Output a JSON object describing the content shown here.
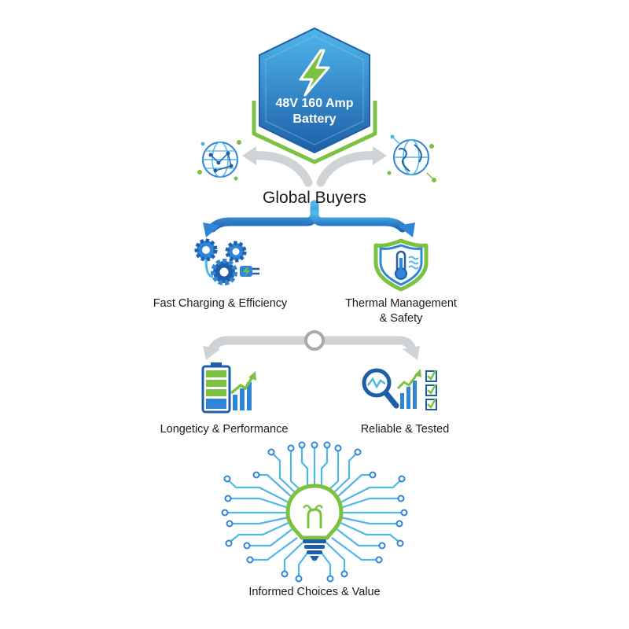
{
  "hub": {
    "line1": "48V 160 Amp",
    "line2": "Battery",
    "icon": "lightning-bolt-icon"
  },
  "central_label": "Global Buyers",
  "nodes": [
    {
      "label": "Fast Charging & Efficiency",
      "icon": "gears-plug-icon"
    },
    {
      "label_line1": "Thermal Management",
      "label_line2": "& Safety",
      "icon": "thermometer-shield-icon"
    },
    {
      "label": "Longeticy & Performance",
      "icon": "battery-growth-chart-icon"
    },
    {
      "label": "Reliable & Tested",
      "icon": "magnifier-chart-checklist-icon"
    },
    {
      "label": "Informed Choices & Value",
      "icon": "lightbulb-circuit-icon"
    }
  ],
  "colors": {
    "blue": "#2f86d6",
    "light_blue": "#4fb6ea",
    "dark_blue": "#1e5fa8",
    "green": "#7cc242",
    "gray": "#cfd3d6",
    "text": "#1a1a1a"
  }
}
